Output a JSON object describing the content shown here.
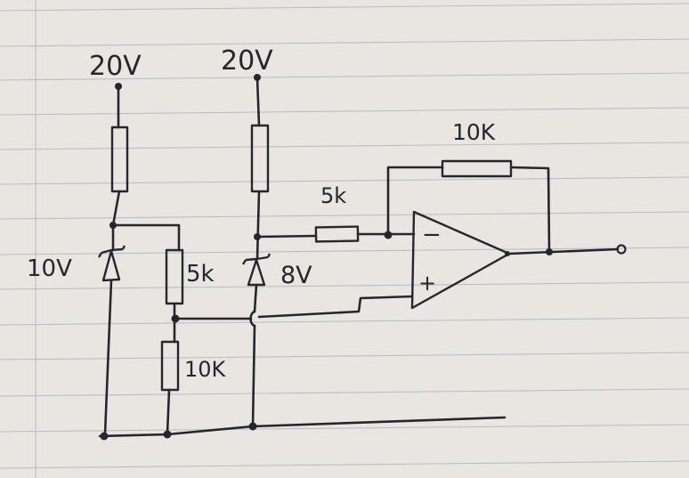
{
  "paper": {
    "background": "#e9e6e2",
    "rule_color": "#b9bcc6",
    "margin_color": "#c9b9c4",
    "ink_color": "#26262e"
  },
  "labels": {
    "supply_left": "20V",
    "supply_mid": "20V",
    "zener_left": "10V",
    "zener_mid": "8V",
    "divider_top": "5k",
    "divider_bottom": "10K",
    "input_resistor": "5k",
    "feedback_resistor": "10K",
    "opamp_minus": "−",
    "opamp_plus": "+"
  }
}
